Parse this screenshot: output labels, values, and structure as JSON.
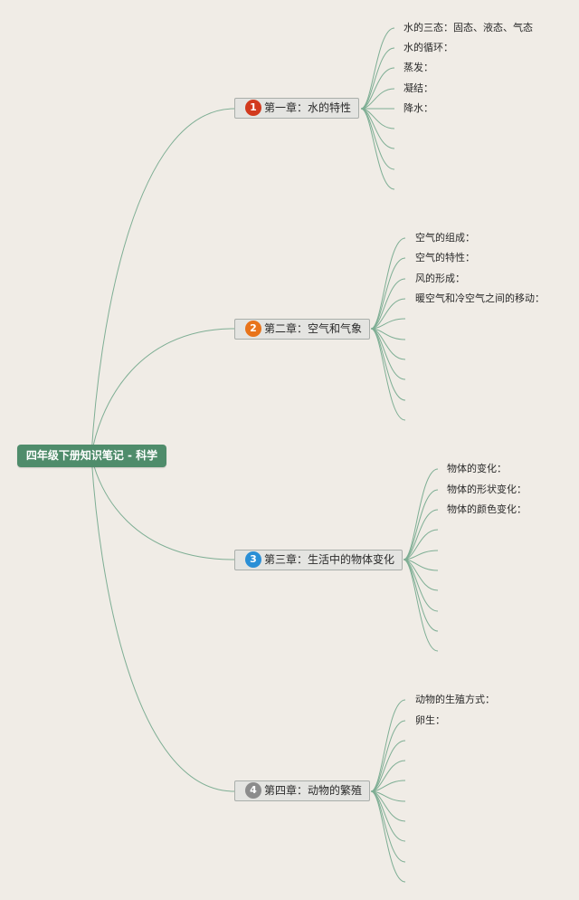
{
  "root": {
    "title": "四年级下册知识笔记 - 科学"
  },
  "chapters": [
    {
      "number": "1",
      "number_color": "#d23a1e",
      "title": "第一章：水的特性",
      "items": [
        "水的三态：固态、液态、气态",
        "水的循环：",
        "蒸发：",
        "凝结：",
        "降水："
      ]
    },
    {
      "number": "2",
      "number_color": "#e8731a",
      "title": "第二章：空气和气象",
      "items": [
        "空气的组成：",
        "空气的特性：",
        "风的形成：",
        "暖空气和冷空气之间的移动："
      ]
    },
    {
      "number": "3",
      "number_color": "#2a8fd6",
      "title": "第三章：生活中的物体变化",
      "items": [
        "物体的变化：",
        "物体的形状变化：",
        "物体的颜色变化："
      ]
    },
    {
      "number": "4",
      "number_color": "#8c8c8c",
      "title": "第四章：动物的繁殖",
      "items": [
        "动物的生殖方式：",
        "卵生："
      ]
    }
  ],
  "colors": {
    "connector": "#7eae94",
    "root_bg": "#4f8c6b"
  }
}
